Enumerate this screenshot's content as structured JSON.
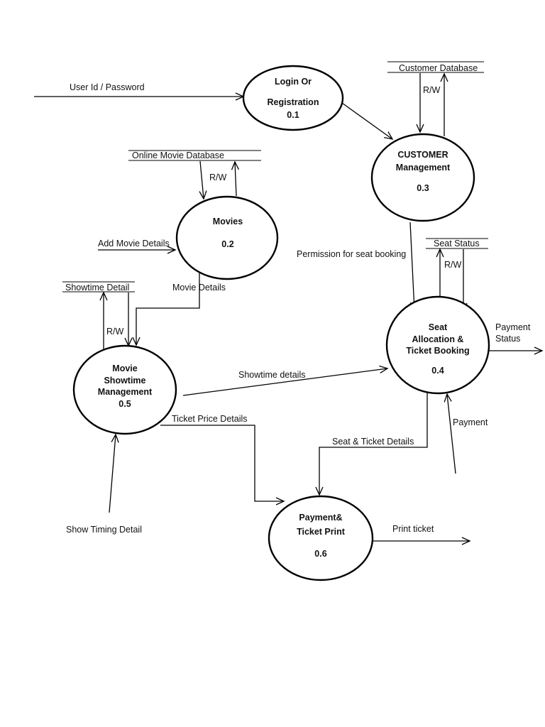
{
  "processes": [
    {
      "id": "p01",
      "lines": [
        "Login Or",
        "Registration",
        "0.1"
      ]
    },
    {
      "id": "p02",
      "lines": [
        "Movies",
        "0.2"
      ]
    },
    {
      "id": "p03",
      "lines": [
        "CUSTOMER",
        "Management",
        "0.3"
      ]
    },
    {
      "id": "p04",
      "lines": [
        "Seat",
        "Allocation &",
        "Ticket Booking",
        "0.4"
      ]
    },
    {
      "id": "p05",
      "lines": [
        "Movie",
        "Showtime",
        "Management",
        "0.5"
      ]
    },
    {
      "id": "p06",
      "lines": [
        "Payment&",
        "Ticket Print",
        "0.6"
      ]
    }
  ],
  "stores": {
    "customer_db": "Customer Database",
    "movie_db": "Online Movie Database",
    "showtime": "Showtime Detail",
    "seat_status": "Seat Status"
  },
  "flows": {
    "user_id": "User Id / Password",
    "rw_customer": "R/W",
    "rw_movie": "R/W",
    "rw_showtime": "R/W",
    "rw_seat": "R/W",
    "add_movie": "Add Movie Details",
    "movie_details": "Movie Details",
    "permission": "Permission for seat booking",
    "payment_status": [
      "Payment",
      "Status"
    ],
    "showtime_details": "Showtime details",
    "ticket_price": "Ticket Price Details",
    "seat_ticket": "Seat & Ticket Details",
    "payment": "Payment",
    "show_timing": "Show Timing Detail",
    "print_ticket": "Print ticket"
  }
}
